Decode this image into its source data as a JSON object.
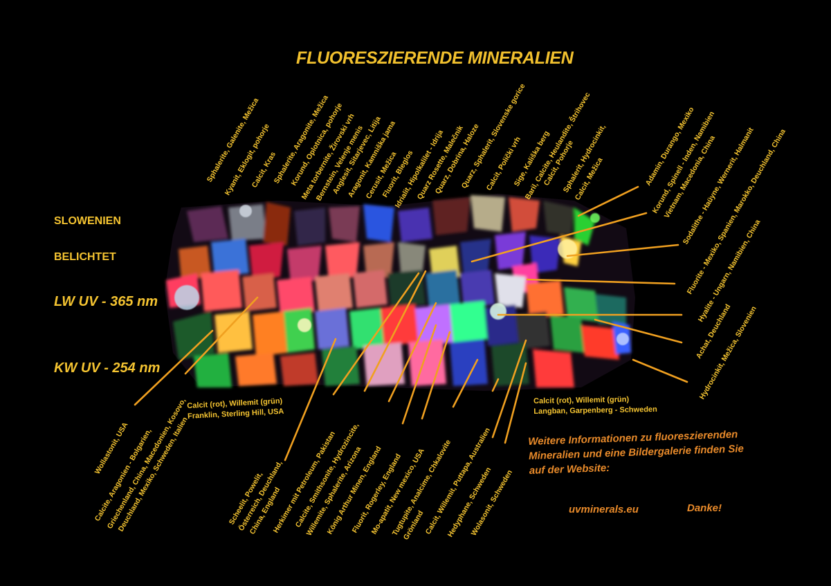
{
  "colors": {
    "background": "#000000",
    "title": "#f2c12e",
    "label": "#f5c431",
    "info": "#e88a2a",
    "leader": "#f0a020"
  },
  "title": "FLUORESZIERENDE MINERALIEN",
  "side": {
    "slowenien": "SLOWENIEN",
    "belichtet": "BELICHTET",
    "lw": "LW UV - 365 nm",
    "kw": "KW UV - 254 nm"
  },
  "top_labels": [
    "Sphalerite, Galenite, Mežica",
    "Kyanit, Eklogit, pohorje",
    "Calcit, Kras",
    "Sphalerite, Aragonite, Mežica",
    "Korund, Oplotnica, pohorje",
    "Meta torbernite, Žirovski vrh",
    "Bernstein, Velenje menis",
    "Anglesit, Sitarjevec, Litija",
    "Aragonit, Kamniška jama",
    "Cerusit, Mežica",
    "Fluorit, Bleglos",
    "Idrialit, Hipolkalilet - Idrija",
    "Quarz Rosette, Malečnik",
    "Quarz, Dobrina, Haloze",
    "Quarz, Sphalerit, Slovenske gorice",
    "Calcit, Polički vrh",
    "Sige, Kališka berg",
    "Baril, Calcite, Heulandite, Štrihovec",
    "Calcit, Pohorje",
    "Sphalerit, Hydrocinkit,",
    "Calcit, Mežica"
  ],
  "right_labels": [
    "Adamin, Durango, Mexiko",
    "Korund, Spinell - Inden, Namibien",
    "Vietnam, Macedonia, China",
    "Sodalithe - Haüyne, Wernerit, Halmanit",
    "Fluorite - Mexiko, Spanien, Marokko, Deuchland, China",
    "Hyalite - Ungarn, Namibien, China",
    "Achat, Deuchland",
    "Hydrocinkit, Mežica, Slovenien"
  ],
  "bottom_labels": [
    "Wollastonit, USA",
    "Calcite, Aragonien - Bolgarien,",
    "Griechenland, China, Macedonien, Kosovo,",
    "Deuchland, Mexiko, Schweden, Italien",
    "Scheelit, Powelit,",
    "Österreich, Deuchland,",
    "China, England",
    "Herkimer mit Petroleum, Pakistan",
    "Calcite, Smithsonite, Hydrozincite,",
    "Willemite, Sphalerite, Arizona",
    "König Arthur Minen, England",
    "Fluorit, Rogerley, England",
    "Mo-apatit, New mexico, USA",
    "Tugtupite, Analcime, Chkalovite",
    "Grönland",
    "Calcit, Willemit, Puttapa, Australien",
    "Hedyphane, Schweden",
    "Wolasonit, Schweden"
  ],
  "horizontal_labels": {
    "franklin": "Calcit (rot), Willemit (grün)\nFranklin, Sterling Hill, USA",
    "langban": "Calcit (rot), Willemit (grün)\nLangban, Garpenberg - Schweden"
  },
  "info": {
    "text": "Weitere Informationen zu fluoreszierenden\nMineralien und eine Bildergalerie finden Sie\nauf der Website:",
    "website": "uvminerals.eu",
    "thanks": "Danke!"
  },
  "icons": {
    "photo": "fluorescent-minerals-photo-icon"
  }
}
